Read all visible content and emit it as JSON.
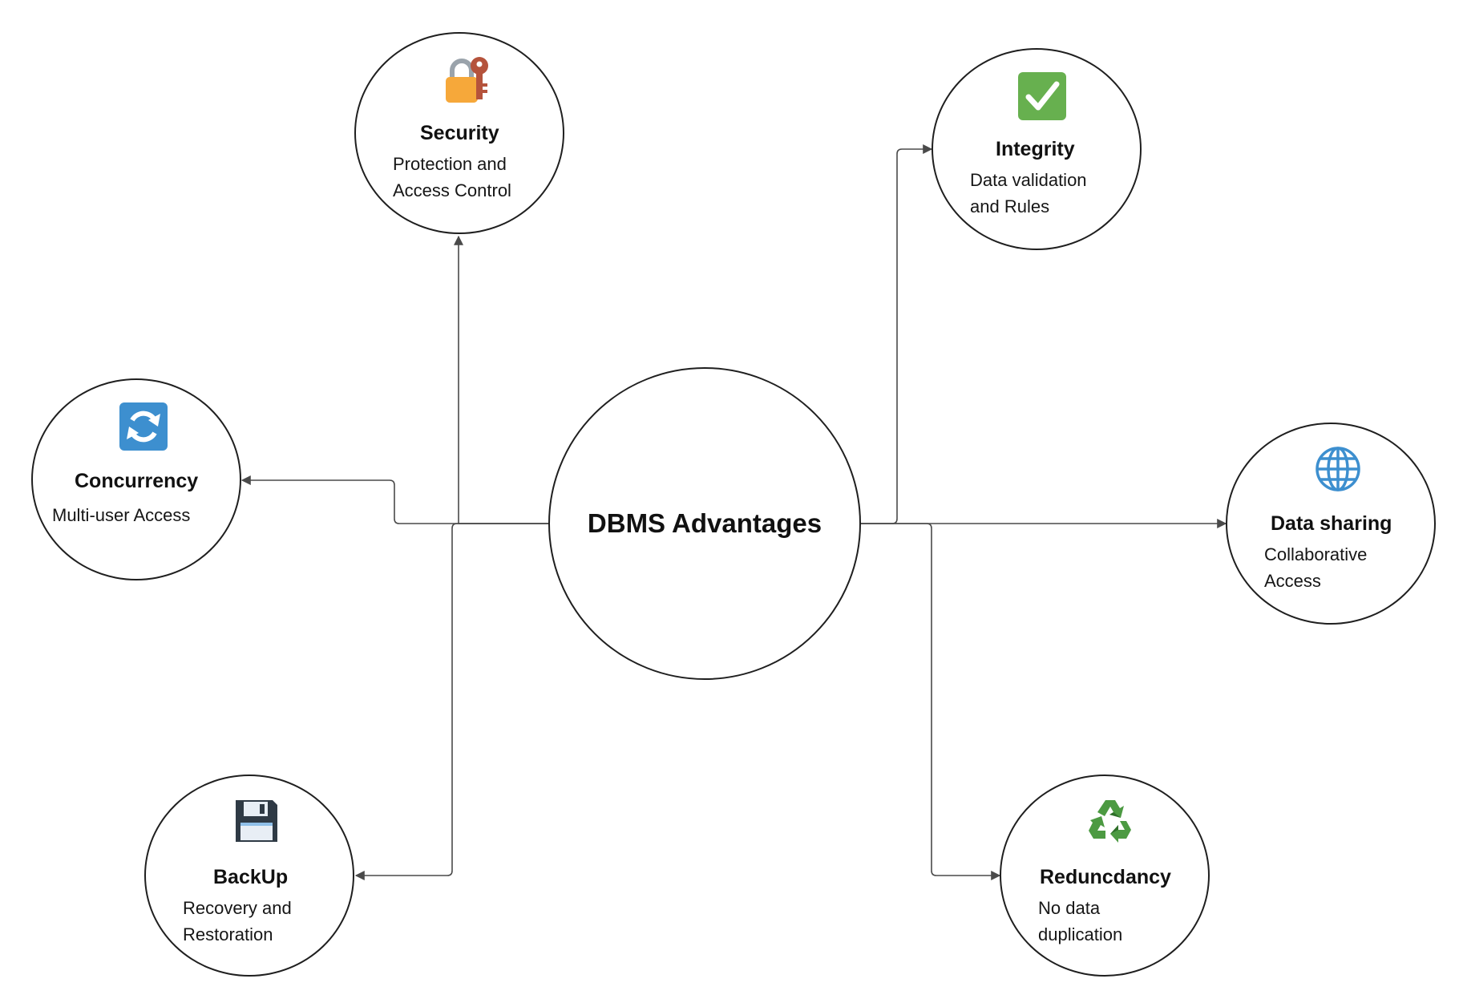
{
  "diagram": {
    "center": {
      "title": "DBMS Advantages"
    },
    "nodes": {
      "security": {
        "title": "Security",
        "desc": [
          "Protection and",
          "Access Control"
        ],
        "icon": "lock-with-key-icon"
      },
      "integrity": {
        "title": "Integrity",
        "desc": [
          "Data validation",
          "and Rules"
        ],
        "icon": "check-mark-icon"
      },
      "concurrency": {
        "title": "Concurrency",
        "desc": [
          "Multi-user Access"
        ],
        "icon": "refresh-arrows-icon"
      },
      "datasharing": {
        "title": "Data sharing",
        "desc": [
          "Collaborative",
          "Access"
        ],
        "icon": "globe-icon"
      },
      "backup": {
        "title": "BackUp",
        "desc": [
          "Recovery and",
          "Restoration"
        ],
        "icon": "floppy-disk-icon"
      },
      "redundancy": {
        "title": "Reduncdancy",
        "desc": [
          "No data",
          "duplication"
        ],
        "icon": "recycle-icon"
      }
    }
  },
  "colors": {
    "line": "#4a4a4a",
    "border": "#1f1f1f",
    "lock_body": "#f6a83a",
    "key": "#b5533c",
    "check_box": "#67b04f",
    "refresh_box": "#3d8fcf",
    "globe": "#3d8fcf",
    "floppy": "#2f3a45",
    "recycle": "#4c9a42"
  }
}
